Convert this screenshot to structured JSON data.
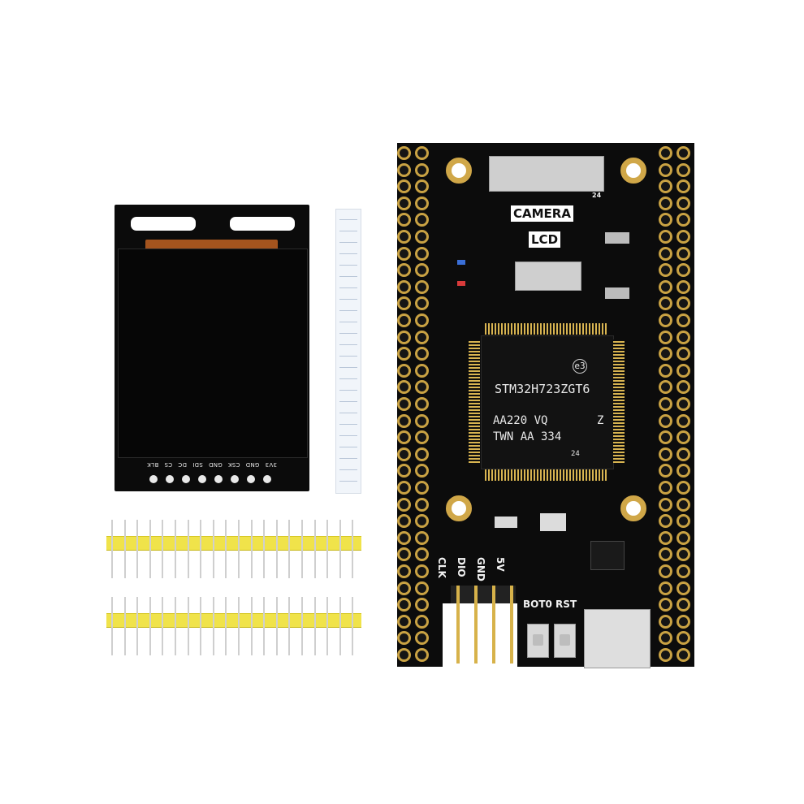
{
  "lcd": {
    "pin_labels": [
      "BLK",
      "CS",
      "DC",
      "SDI",
      "GND",
      "CSK",
      "GND",
      "3V3"
    ]
  },
  "board": {
    "fpc_large_pin_count": "24",
    "silk_camera": "CAMERA",
    "silk_lcd": "LCD",
    "mcu_logo": "e3",
    "mcu_part": "STM32H723ZGT6",
    "mcu_line2_left": "AA220 VQ",
    "mcu_line2_right": "Z",
    "mcu_line3": "TWN AA 334",
    "mcu_line4": "24",
    "debug_labels": [
      "CLK",
      "DIO",
      "GND",
      "5V"
    ],
    "button_labels": "BOT0 RST"
  },
  "colors": {
    "pcb": "#0c0c0c",
    "gold": "#c9a243",
    "header_plastic": "#f0e34a",
    "fpc_copper": "#a4541e"
  }
}
